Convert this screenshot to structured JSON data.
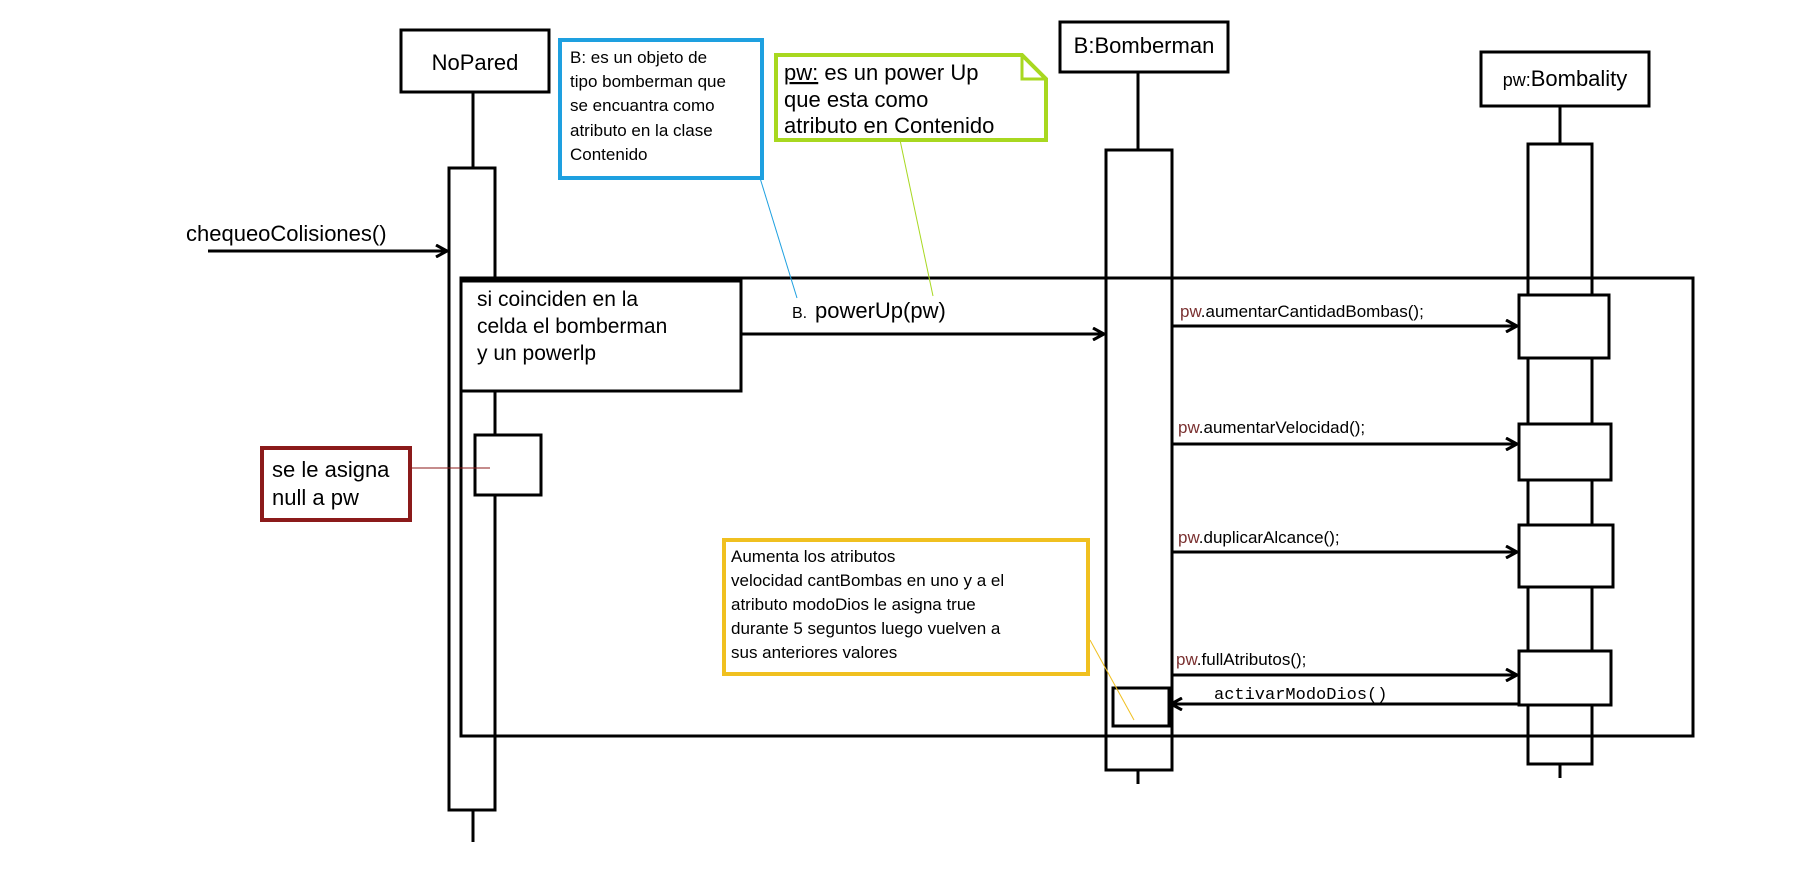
{
  "objects": {
    "nopared": "NoPared",
    "bomberman_prefix": "B:",
    "bomberman_name": "Bomberman",
    "bombality_prefix": "pw:",
    "bombality_name": "Bombality"
  },
  "messages": {
    "entry": "chequeoColisiones()",
    "powerup_prefix": "B.",
    "powerup": "powerUp(pw)",
    "call_prefix": "pw",
    "aumentar_cantidad": ".aumentarCantidadBombas();",
    "aumentar_velocidad": ".aumentarVelocidad();",
    "duplicar_alcance": ".duplicarAlcance();",
    "full_atributos": ".fullAtributos();",
    "activar_modo_dios": "activarModoDios()"
  },
  "guard": {
    "line1": "si coinciden en la",
    "line2": "celda el bomberman",
    "line3": "y un powerlp"
  },
  "notes": {
    "blue": {
      "line1": "B: es un objeto de",
      "line2": "tipo bomberman que",
      "line3": "se encuantra como",
      "line4": "atributo en la clase",
      "line5": "Contenido",
      "color": "#1ea0e0"
    },
    "green": {
      "prefix": "pw:",
      "line1_rest": " es un power Up",
      "line2": "que esta como",
      "line3": "atributo en Contenido",
      "color": "#a8d820"
    },
    "red": {
      "line1": "se le asigna",
      "line2": "null a pw",
      "color": "#8b1a1a"
    },
    "yellow": {
      "line1": "Aumenta los atributos",
      "line2": "velocidad cantBombas  en uno y a el",
      "line3": "atributo modoDios le asigna true",
      "line4": "durante 5 seguntos luego vuelven a",
      "line5": "sus anteriores valores",
      "color": "#f0c020"
    }
  },
  "colors": {
    "pw_prefix": "#7a3030"
  }
}
